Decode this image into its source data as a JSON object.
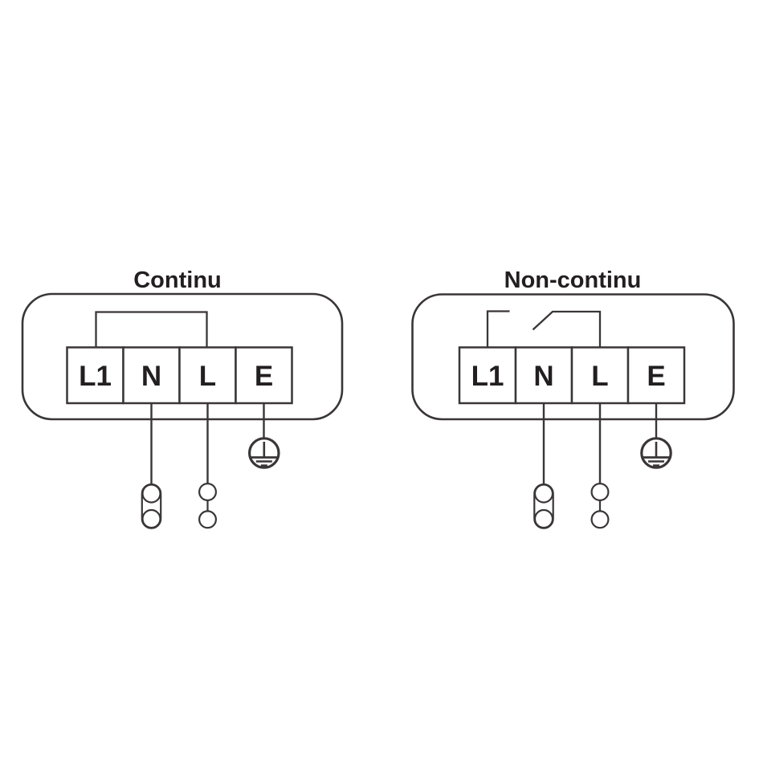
{
  "page": {
    "background": "#ffffff"
  },
  "colors": {
    "line": "#3a3637",
    "text": "#231f20"
  },
  "diagrams": [
    {
      "title": "Continu",
      "terminals": [
        {
          "label": "L1"
        },
        {
          "label": "N"
        },
        {
          "label": "L"
        },
        {
          "label": "E"
        }
      ],
      "top_link": "closed-jumper-L1-to-L",
      "icons": [
        "protective-earth-icon",
        "link-connector-icon",
        "ring-connector-icon"
      ]
    },
    {
      "title": "Non-continu",
      "terminals": [
        {
          "label": "L1"
        },
        {
          "label": "N"
        },
        {
          "label": "L"
        },
        {
          "label": "E"
        }
      ],
      "top_link": "open-switch-L1-to-L",
      "icons": [
        "protective-earth-icon",
        "link-connector-icon",
        "ring-connector-icon"
      ]
    }
  ]
}
